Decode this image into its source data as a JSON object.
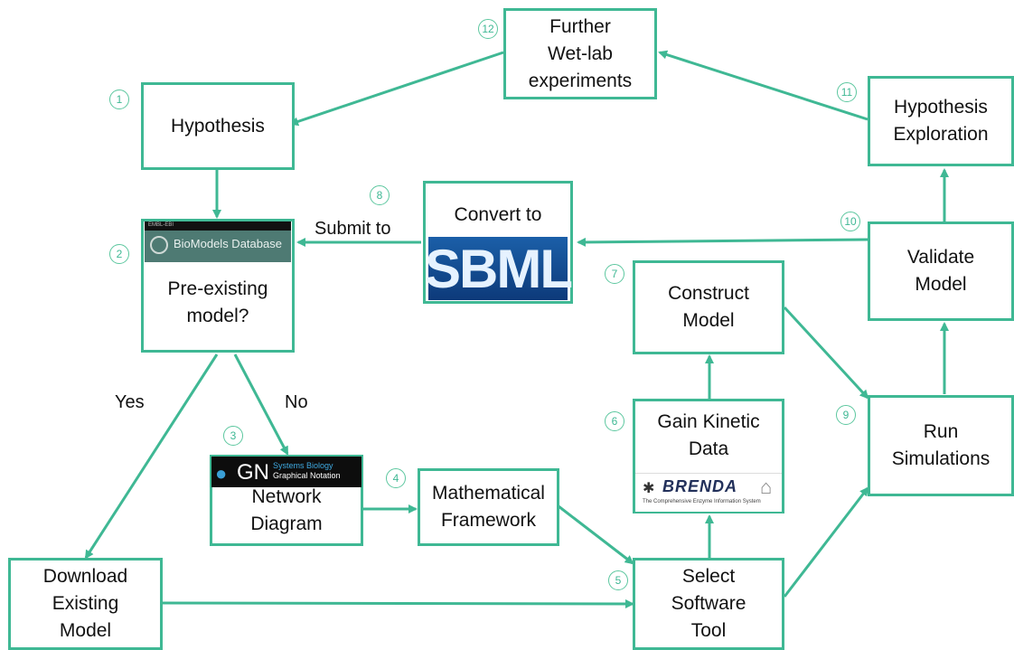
{
  "colors": {
    "accent": "#3fb894"
  },
  "nodes": {
    "hypothesis": "Hypothesis",
    "wetlab": "Further\nWet-lab\nexperiments",
    "hyp_exploration": "Hypothesis\nExploration",
    "pre_existing": "Pre-existing\nmodel?",
    "convert": "Convert to",
    "validate": "Validate\nModel",
    "construct": "Construct\nModel",
    "gain_kinetic": "Gain Kinetic\nData",
    "run_sim": "Run\nSimulations",
    "network": "Network\nDiagram",
    "math": "Mathematical\nFramework",
    "select": "Select\nSoftware\nTool",
    "download": "Download\nExisting\nModel"
  },
  "edge_labels": {
    "submit": "Submit to",
    "yes": "Yes",
    "no": "No"
  },
  "step_numbers": {
    "n1": "1",
    "n2": "2",
    "n3": "3",
    "n4": "4",
    "n5": "5",
    "n6": "6",
    "n7": "7",
    "n8": "8",
    "n9": "9",
    "n10": "10",
    "n11": "11",
    "n12": "12"
  },
  "logos": {
    "biomodels": "BioModels Database",
    "biomodels_top": "EMBL-EBI",
    "sbgn_main": "GN",
    "sbgn_line1": "Systems Biology",
    "sbgn_line2": "Graphical Notation",
    "sbml": "SBML",
    "brenda": "BRENDA",
    "brenda_sub": "The Comprehensive Enzyme Information System"
  }
}
